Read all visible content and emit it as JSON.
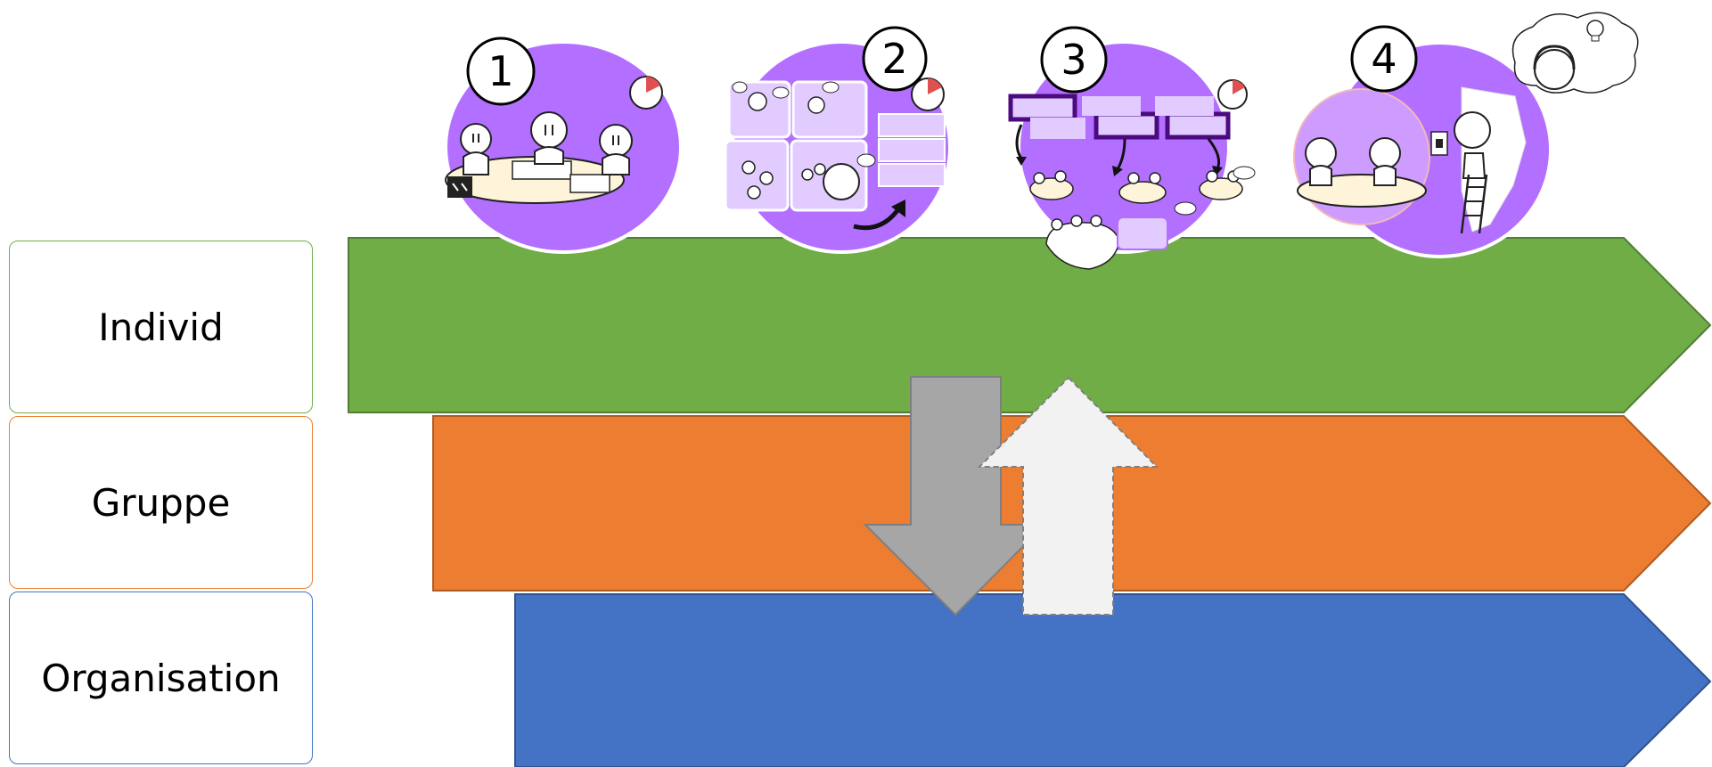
{
  "levels": [
    {
      "key": "individ",
      "label": "Individ",
      "color": "#70AD47"
    },
    {
      "key": "gruppe",
      "label": "Gruppe",
      "color": "#ED7D31"
    },
    {
      "key": "organisation",
      "label": "Organisation",
      "color": "#4472C4"
    }
  ],
  "steps": [
    {
      "number": "1",
      "scene": "group-meeting-at-table",
      "icon": "timer-icon"
    },
    {
      "number": "2",
      "scene": "individual-brainstorm-panels",
      "icon": "timer-icon"
    },
    {
      "number": "3",
      "scene": "sorting-ideas-into-categories",
      "icon": "timer-icon"
    },
    {
      "number": "4",
      "scene": "reflection-and-idea-lightbulb",
      "icon": "lightbulb-icon"
    }
  ],
  "flow_arrows": [
    {
      "direction": "down",
      "icon": "arrow-down-icon",
      "color": "#A6A6A6"
    },
    {
      "direction": "up",
      "icon": "arrow-up-icon",
      "color": "#F2F2F2"
    }
  ],
  "colors": {
    "step_circle": "#B36FFF",
    "panel_fill": "#E2CCFF",
    "dark_purple": "#4B0A7E",
    "timer_red": "#E05050"
  }
}
